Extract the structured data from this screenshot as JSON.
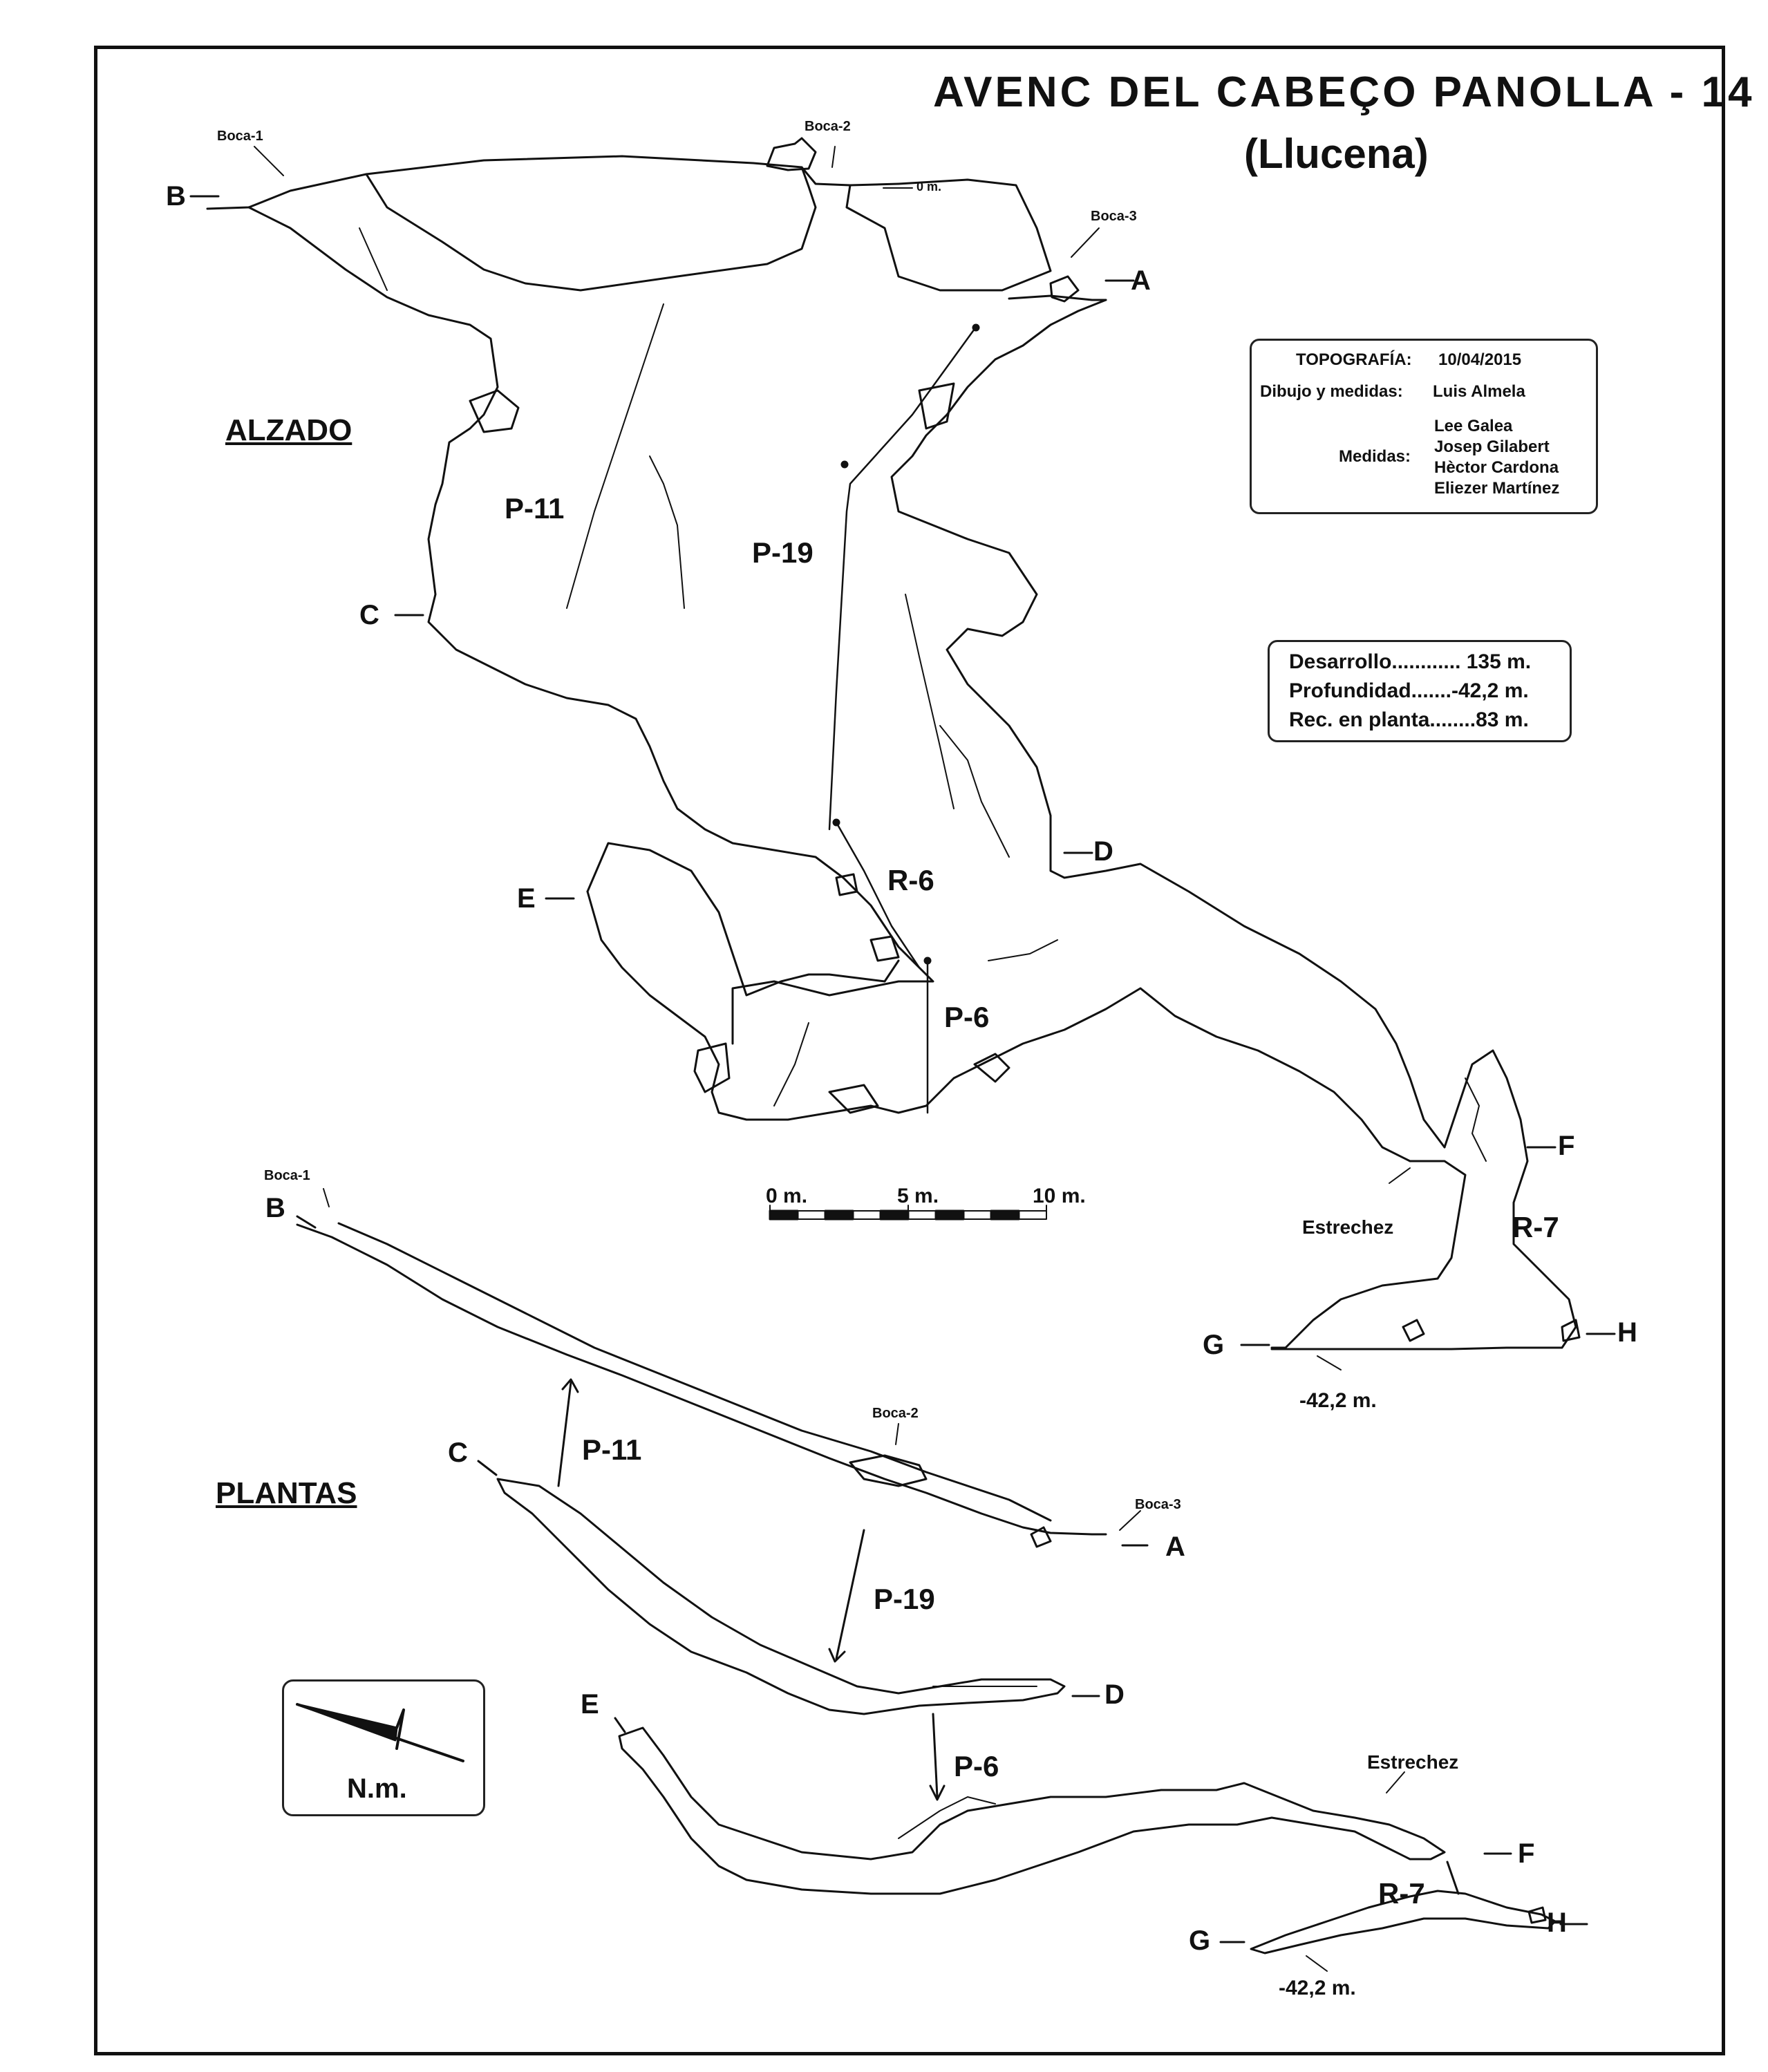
{
  "title": "AVENC  DEL  CABEÇO  PANOLLA - 14",
  "subtitle": "(Llucena)",
  "sections": {
    "elevation": "ALZADO",
    "plan": "PLANTAS"
  },
  "survey": {
    "topo_label": "TOPOGRAFÍA:",
    "topo_date": "10/04/2015",
    "drawing_label": "Dibujo y medidas:",
    "drawing_by": "Luis Almela",
    "measures_label": "Medidas:",
    "surveyors": [
      "Lee Galea",
      "Josep Gilabert",
      "Hèctor Cardona",
      "Eliezer Martínez"
    ]
  },
  "stats": {
    "development": "Desarrollo............ 135 m.",
    "depth": "Profundidad.......-42,2 m.",
    "plan_length": "Rec. en planta........83 m."
  },
  "scale_bar": {
    "labels": [
      "0 m.",
      "5 m.",
      "10 m."
    ]
  },
  "north": {
    "label": "N.m."
  },
  "elevation_labels": {
    "boca1": "Boca-1",
    "boca2": "Boca-2",
    "boca3": "Boca-3",
    "zero": "0 m.",
    "A": "A",
    "B": "B",
    "C": "C",
    "D": "D",
    "E": "E",
    "F": "F",
    "G": "G",
    "H": "H",
    "p11": "P-11",
    "p19": "P-19",
    "r6": "R-6",
    "p6": "P-6",
    "r7": "R-7",
    "narrowing": "Estrechez",
    "depth": "-42,2 m."
  },
  "plan_labels": {
    "boca1": "Boca-1",
    "boca2": "Boca-2",
    "boca3": "Boca-3",
    "A": "A",
    "B": "B",
    "C": "C",
    "D": "D",
    "E": "E",
    "F": "F",
    "G": "G",
    "H": "H",
    "p11": "P-11",
    "p19": "P-19",
    "p6": "P-6",
    "r7": "R-7",
    "narrowing": "Estrechez",
    "depth": "-42,2 m."
  },
  "colors": {
    "ink": "#111111",
    "paper": "#ffffff"
  }
}
